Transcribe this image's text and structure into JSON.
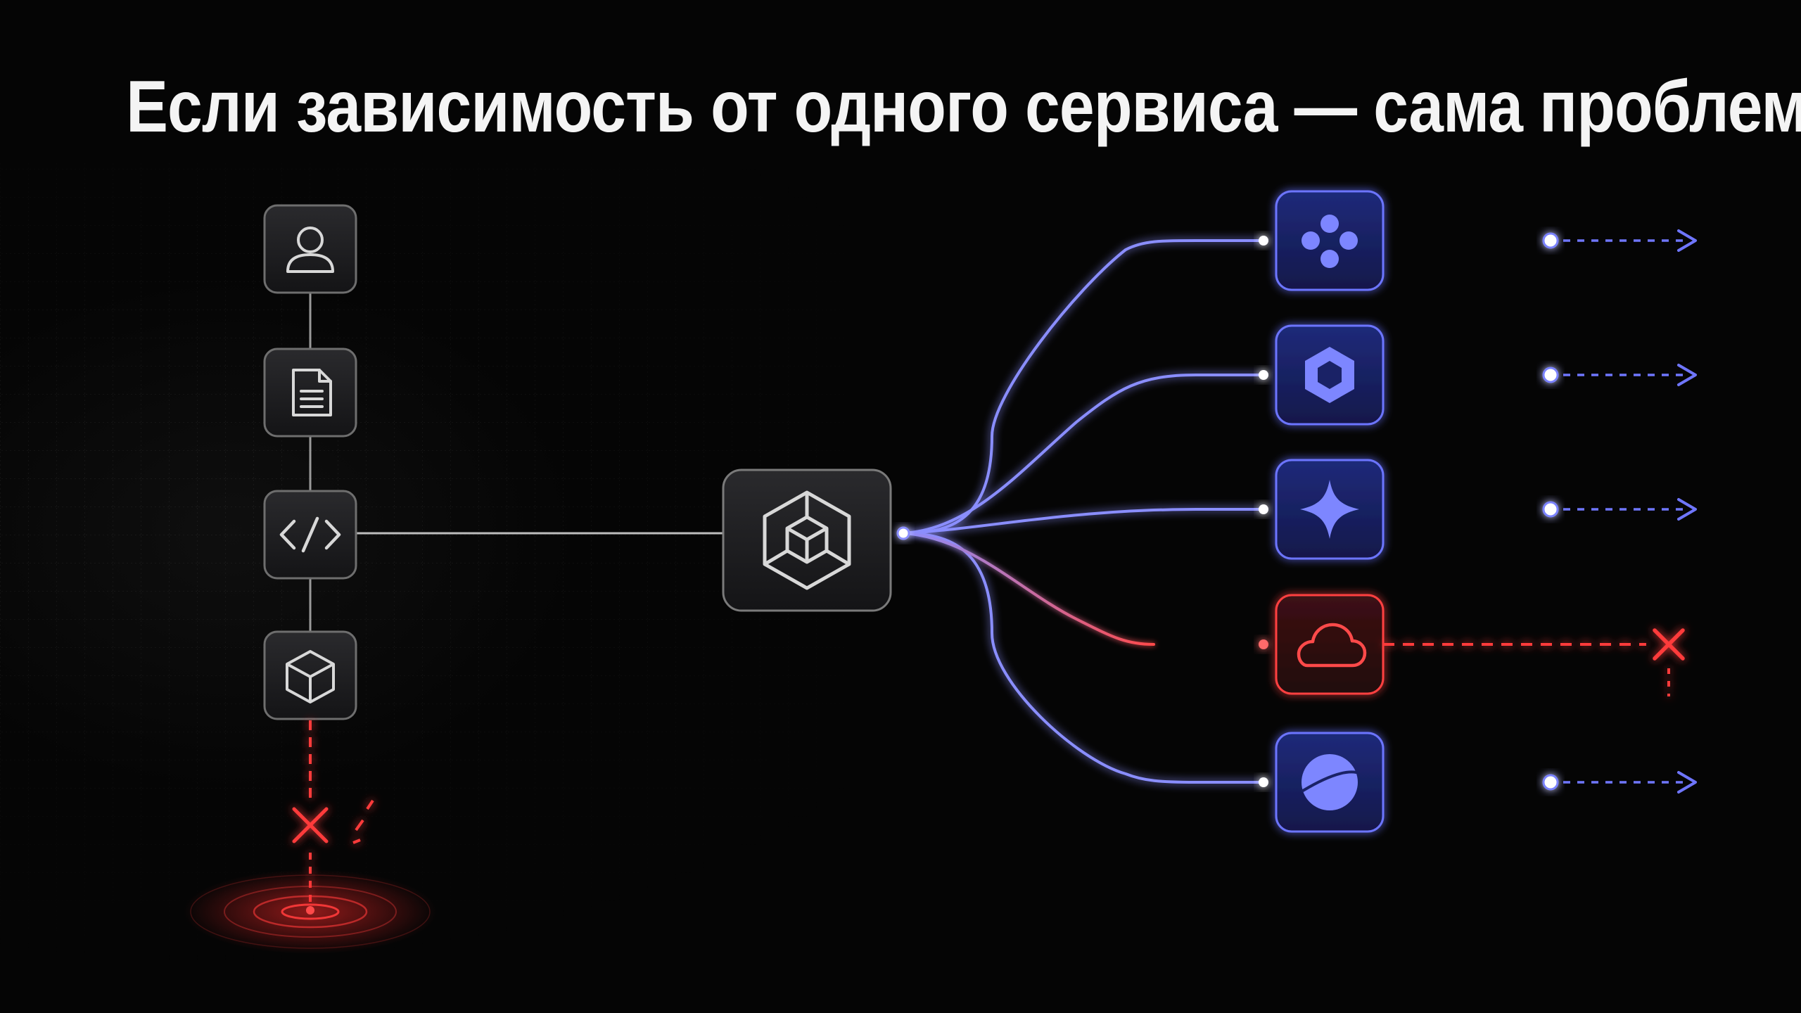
{
  "title": "Если зависимость от одного сервиса — сама проблема",
  "colors": {
    "background": "#050505",
    "node_border": "#6a6a6a",
    "node_fill": "#1a1a1c",
    "neutral_line": "#bdbdbd",
    "blue_line": "#6f76ff",
    "blue_glow": "#4a52ff",
    "red_line": "#ff3b3b",
    "blue_node_fill": "#1a2266",
    "red_node_fill": "#3a0f12"
  },
  "left_chain": [
    {
      "icon": "user-icon"
    },
    {
      "icon": "document-icon"
    },
    {
      "icon": "code-icon"
    },
    {
      "icon": "box-icon"
    }
  ],
  "left_failure": {
    "icon": "failure-x-icon",
    "status": "failed"
  },
  "hub": {
    "icon": "cube-hub-icon"
  },
  "services": [
    {
      "icon": "dots-cluster-icon",
      "status": "ok"
    },
    {
      "icon": "hexagon-icon",
      "status": "ok"
    },
    {
      "icon": "sparkle-icon",
      "status": "ok"
    },
    {
      "icon": "cloud-icon",
      "status": "failed"
    },
    {
      "icon": "planet-icon",
      "status": "ok"
    }
  ]
}
